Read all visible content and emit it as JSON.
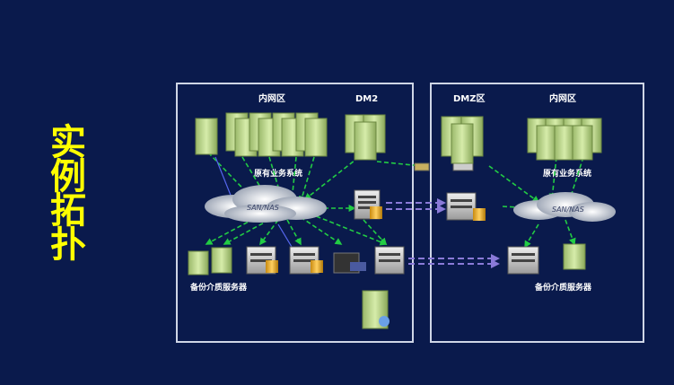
{
  "slide": {
    "title_chars": [
      "实",
      "例",
      "拓",
      "扑"
    ]
  },
  "left_panel": {
    "label_intranet": "内网区",
    "label_dm2": "DM2",
    "label_business": "原有业务系统",
    "label_backup": "备份介质服务器"
  },
  "right_panel": {
    "label_dmz": "DMZ区",
    "label_intranet": "内网区",
    "label_business": "原有业务系统",
    "label_backup": "备份介质服务器"
  },
  "cloud_label": "SAN/NAS",
  "colors": {
    "background": "#0a1a4c",
    "title": "#ffff00",
    "panel_border": "#cfd6e6",
    "server_green": "#b8d48a",
    "link_green": "#22cc44",
    "link_purple": "#8a7ad8"
  }
}
